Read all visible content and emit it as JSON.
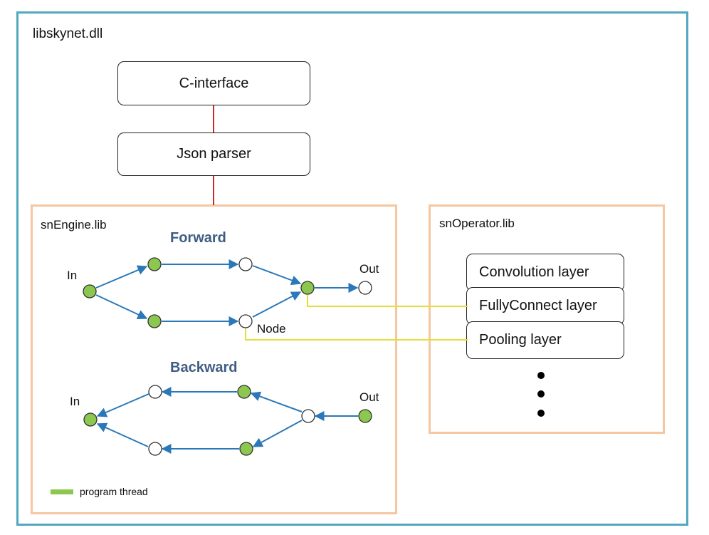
{
  "dll": {
    "label": "libskynet.dll"
  },
  "c_interface": {
    "label": "C-interface"
  },
  "json_parser": {
    "label": "Json parser"
  },
  "engine": {
    "label": "snEngine.lib",
    "forward": {
      "title": "Forward",
      "in_label": "In",
      "out_label": "Out",
      "node_label": "Node"
    },
    "backward": {
      "title": "Backward",
      "in_label": "In",
      "out_label": "Out"
    },
    "legend": {
      "label": "program thread"
    }
  },
  "operator": {
    "label": "snOperator.lib",
    "layers": [
      "Convolution layer",
      "FullyConnect layer",
      "Pooling layer"
    ]
  },
  "colors": {
    "frame": "#4fa8bd",
    "panel": "#f5c6a0",
    "connector": "#cc2a2a",
    "arrow": "#2b78b8",
    "thread_node": "#8cc850",
    "link": "#e5dd3a",
    "title": "#3f5d83"
  }
}
